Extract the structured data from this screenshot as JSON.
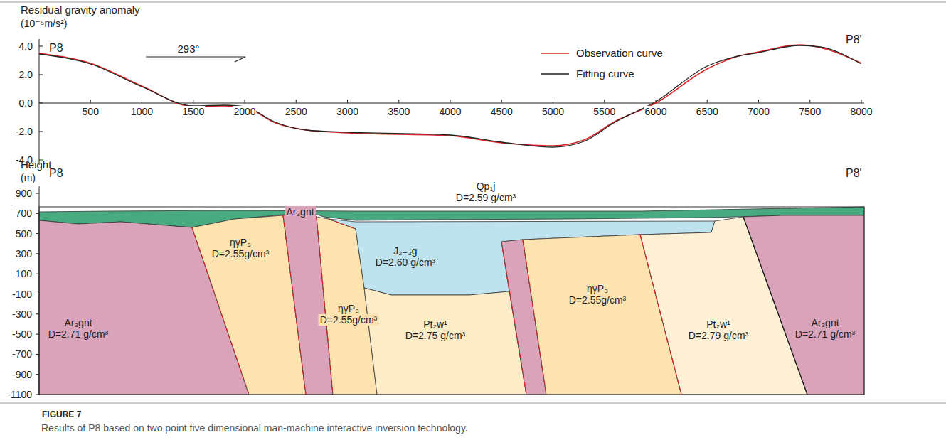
{
  "diagram": {
    "caption": "Results of P8 based on two point five dimensional man-machine interactive inversion technology.",
    "nodes": [
      {
        "text": [
          "Qp₁j",
          "D=2.59 g/cm³"
        ]
      },
      {
        "text": [
          "Ar₃gnt",
          "D=2.71 g/cm³"
        ]
      },
      {
        "text": [
          "ηγP₃",
          "D=2.55g/cm³"
        ]
      },
      {
        "text": [
          "Ar₃gnt"
        ]
      },
      {
        "text": [
          "ηγP₃",
          "D=2.55g/cm³"
        ]
      },
      {
        "text": [
          "J₂₋₃g",
          "D=2.60 g/cm³"
        ]
      },
      {
        "text": [
          "Pt₂w¹",
          "D=2.75 g/cm³"
        ]
      },
      {
        "text": [
          "ηγP₃",
          "D=2.55g/cm³"
        ]
      },
      {
        "text": [
          "Pt₂w¹",
          "D=2.79 g/cm³"
        ]
      },
      {
        "text": [
          "Ar₃gnt",
          "D=2.71 g/cm³"
        ]
      }
    ],
    "labels": [
      "Residual gravity anomaly",
      "(10⁻⁵m/s²)",
      "293°",
      "P8",
      "P8'",
      "4.0",
      "2.0",
      "0.0",
      "-2.0",
      "-4.0",
      "500",
      "1000",
      "1500",
      "2000",
      "2500",
      "3000",
      "3500",
      "4000",
      "4500",
      "5000",
      "5500",
      "6000",
      "6500",
      "7000",
      "7500",
      "8000",
      "Height",
      "(m)",
      "P8",
      "P8'",
      "900",
      "700",
      "500",
      "300",
      "100",
      "-100",
      "-300",
      "-500",
      "-700",
      "-900",
      "-1100",
      "FIGURE 7"
    ],
    "legend": [
      {
        "text": "Observation curve"
      },
      {
        "text": "Fitting curve"
      }
    ]
  }
}
